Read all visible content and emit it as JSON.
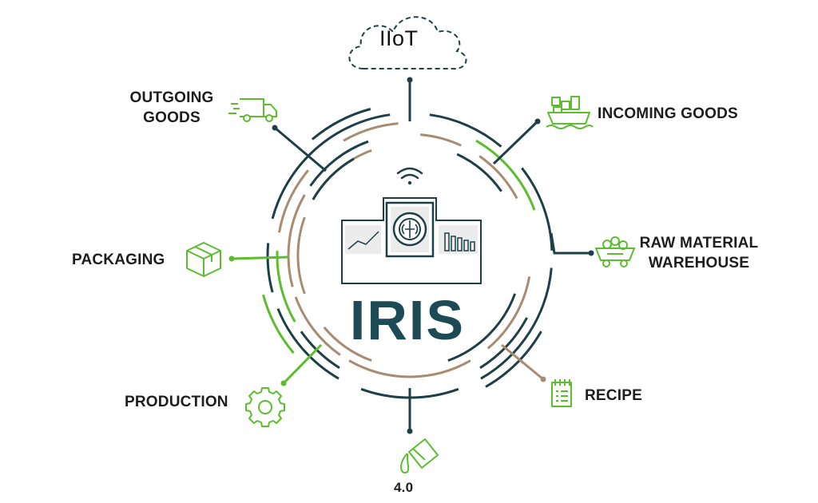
{
  "diagram": {
    "center_title": "IRIS",
    "cloud_label": "IIoT",
    "nodes": [
      {
        "id": "outgoing",
        "line1": "OUTGOING",
        "line2": "GOODS",
        "icon": "truck-icon"
      },
      {
        "id": "incoming",
        "line1": "INCOMING GOODS",
        "line2": "",
        "icon": "cargo-ship-icon"
      },
      {
        "id": "raw",
        "line1": "RAW MATERIAL",
        "line2": "WAREHOUSE",
        "icon": "mine-cart-icon"
      },
      {
        "id": "packaging",
        "line1": "PACKAGING",
        "line2": "",
        "icon": "box-icon"
      },
      {
        "id": "recipe",
        "line1": "RECIPE",
        "line2": "",
        "icon": "notepad-icon"
      },
      {
        "id": "production",
        "line1": "PRODUCTION",
        "line2": "",
        "icon": "gear-icon"
      },
      {
        "id": "industry",
        "line1": "4.0",
        "line2": "",
        "icon": "paint-bucket-icon"
      }
    ],
    "colors": {
      "dark": "#1d3f47",
      "brown": "#a88b70",
      "green": "#5cbd2f",
      "text": "#1d1d1d"
    }
  }
}
